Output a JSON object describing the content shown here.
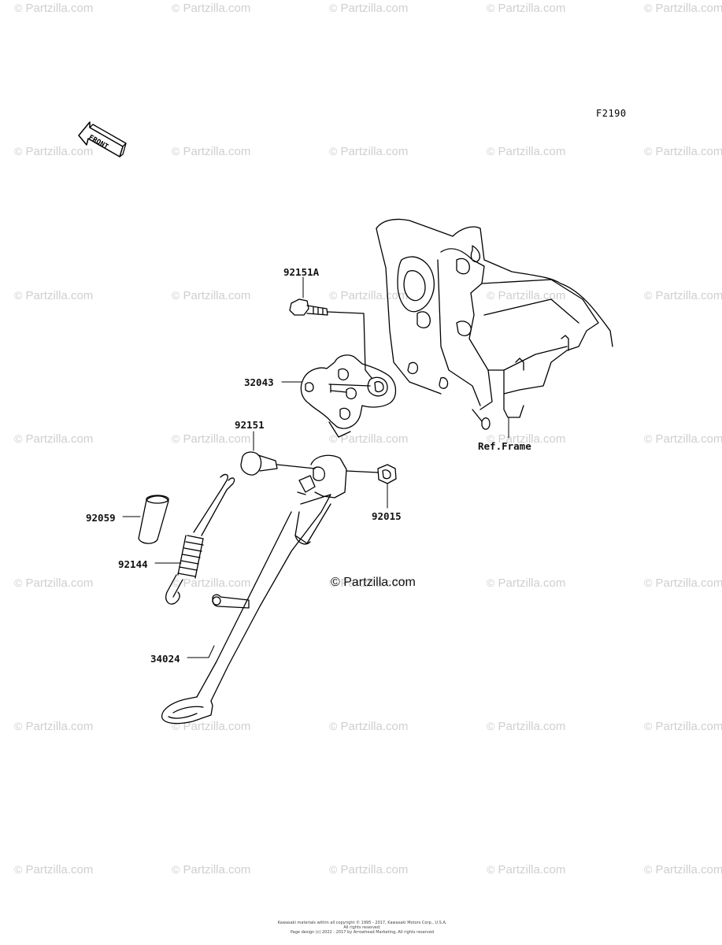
{
  "watermark": "Partzilla.com",
  "center_watermark": "Partzilla.com",
  "figure_code": "F2190",
  "front_badge": "FRONT",
  "reference_label": "Ref.Frame",
  "parts": [
    {
      "id": "92151A"
    },
    {
      "id": "32043"
    },
    {
      "id": "92151"
    },
    {
      "id": "92015"
    },
    {
      "id": "92059"
    },
    {
      "id": "92144"
    },
    {
      "id": "34024"
    }
  ],
  "footer": {
    "line1": "Kawasaki materials within all copyright © 1995 - 2017, Kawasaki Motors Corp., U.S.A. All rights reserved.",
    "line2": "Page design (c) 2022 - 2017 by Arrowhead Marketing, All rights reserved"
  }
}
